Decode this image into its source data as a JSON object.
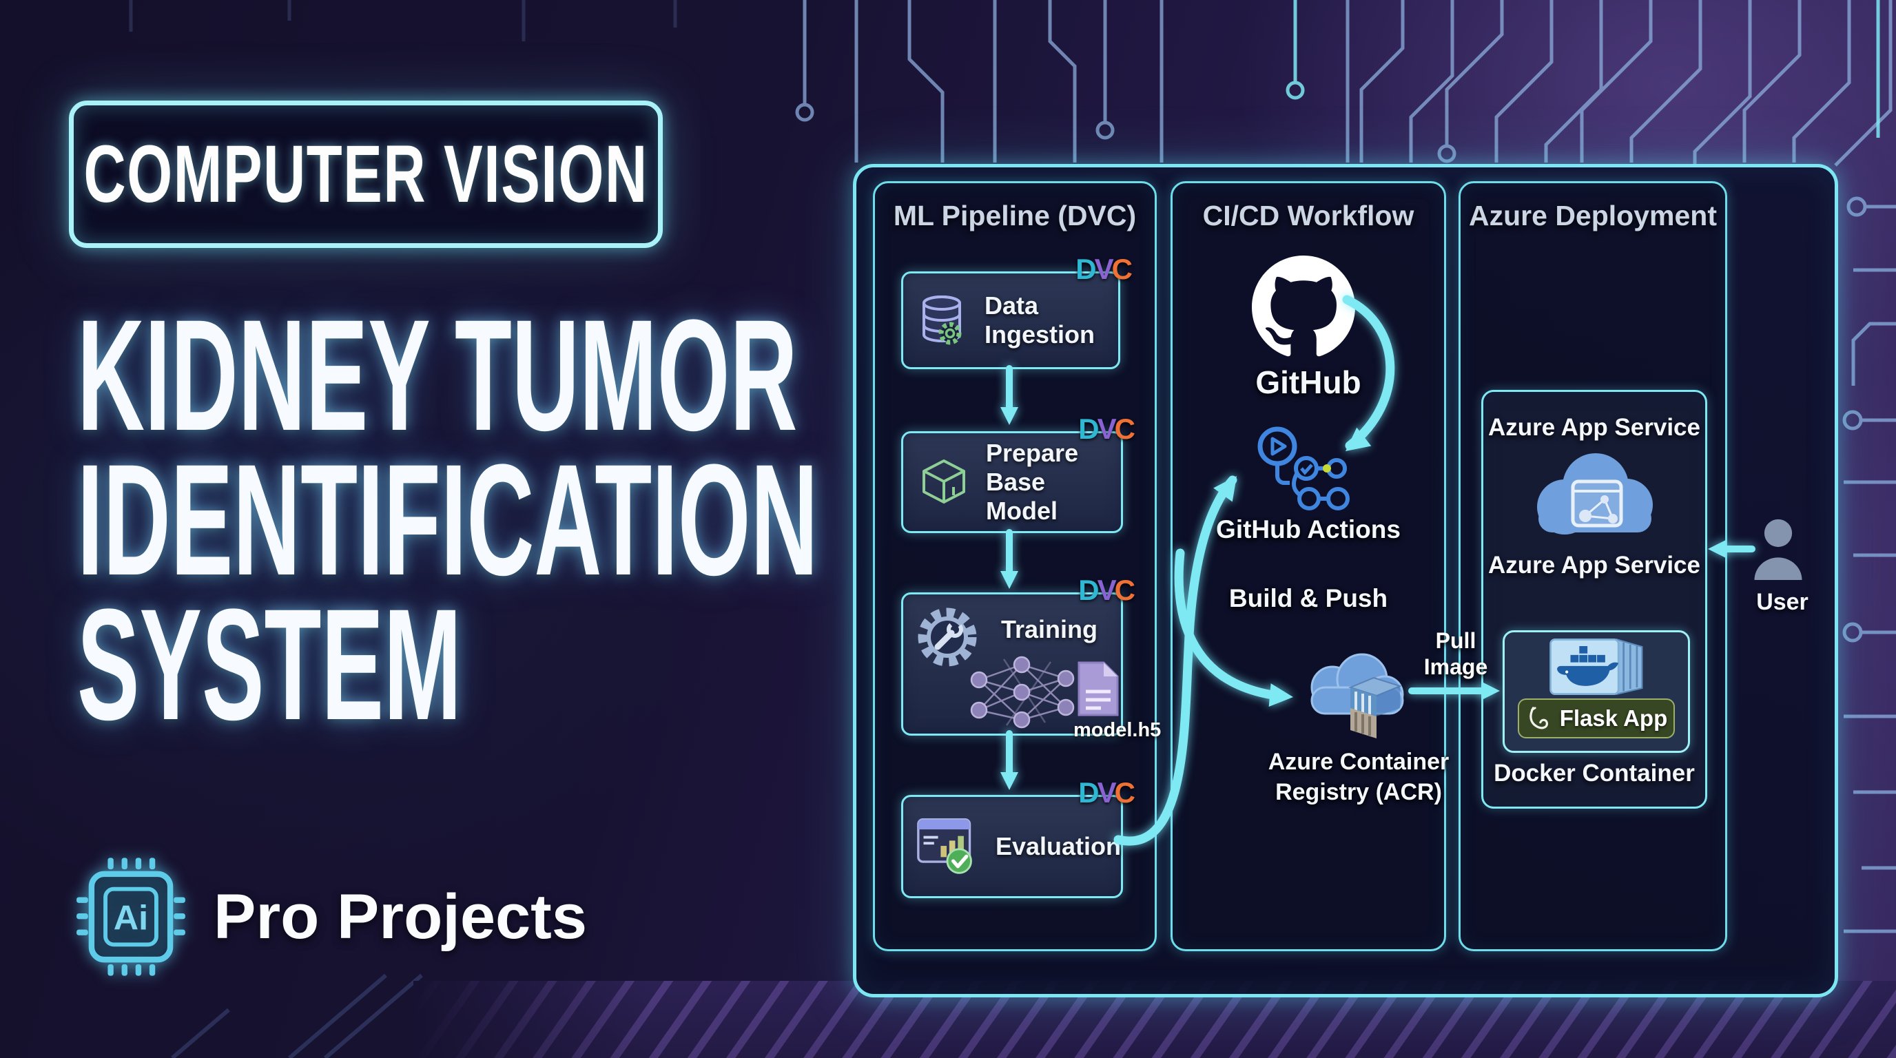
{
  "badge": {
    "label": "COMPUTER VISION"
  },
  "title": {
    "line1": "KIDNEY TUMOR",
    "line2": "IDENTIFICATION",
    "line3": "SYSTEM"
  },
  "brand": {
    "chip_label": "Ai",
    "name": "Pro Projects"
  },
  "dvc": {
    "d": "D",
    "v": "V",
    "c": "C"
  },
  "diagram": {
    "ml": {
      "header": "ML Pipeline (DVC)",
      "nodes": [
        {
          "label": "Data Ingestion"
        },
        {
          "label": "Prepare Base Model"
        },
        {
          "label": "Training"
        },
        {
          "label": "Evaluation"
        }
      ],
      "artifact_label": "model.h5"
    },
    "cicd": {
      "header": "CI/CD Workflow",
      "github_label": "GitHub",
      "actions_label": "GitHub Actions",
      "build_push_label": "Build & Push",
      "acr_label": "Azure Container Registry (ACR)",
      "pull_image_label": "Pull Image"
    },
    "azure": {
      "header": "Azure Deployment",
      "app_service_title": "Azure App Service",
      "app_service_label": "Azure App Service",
      "flask_label": "Flask App",
      "docker_label": "Docker Container",
      "user_label": "User"
    }
  },
  "colors": {
    "accent_cyan": "#7FE9F3",
    "dvc_d": "#2FB8D4",
    "dvc_v": "#8A63D2",
    "dvc_c": "#EF7135",
    "check_green": "#55B85C",
    "actions_blue": "#3F86E0",
    "azure_blue": "#5B8FD6",
    "flask_pill_green": "#39491F"
  }
}
